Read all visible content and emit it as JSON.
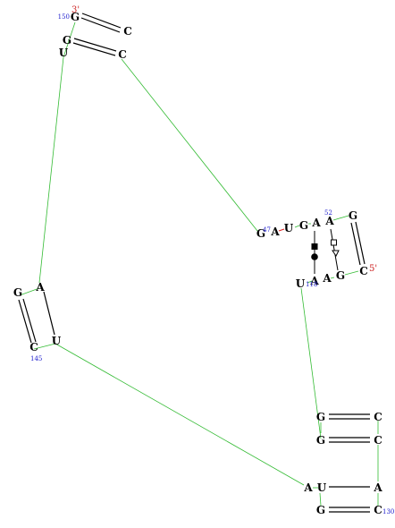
{
  "diagram": {
    "ends": {
      "three_prime": "3'",
      "five_prime": "5'"
    },
    "numbers": {
      "n47": "47",
      "n52": "52",
      "n118": "118",
      "n130": "130",
      "n145": "145",
      "n150": "150"
    },
    "nucleotides": {
      "n1": "G",
      "n2": "C",
      "n3": "G",
      "n4": "C",
      "n5": "U",
      "n6": "C",
      "n7": "G",
      "n8": "A",
      "n9": "U",
      "n10": "G",
      "n11": "A",
      "n12": "A",
      "n13": "G",
      "n14": "U",
      "n15": "A",
      "n16": "A",
      "n17": "G",
      "n18": "C",
      "n19": "G",
      "n20": "A",
      "n21": "C",
      "n22": "U",
      "n23": "G",
      "n24": "C",
      "n25": "G",
      "n26": "C",
      "n27": "A",
      "n28": "U",
      "n29": "A",
      "n30": "G",
      "n31": "C"
    },
    "colors": {
      "backbone": "#33bb33",
      "pair": "#000000",
      "number": "#1a1acc",
      "end_label": "#cc2222"
    }
  }
}
